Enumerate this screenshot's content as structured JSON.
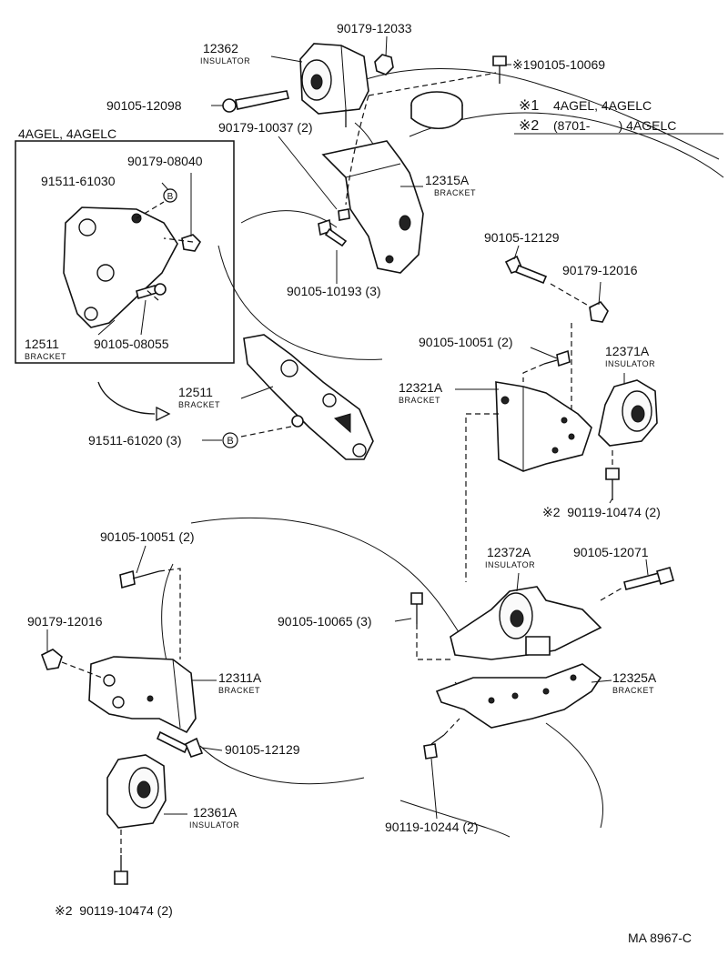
{
  "diagram_id": "MA 8967-C",
  "notes": {
    "n1_mark": "※1",
    "n1_text": "4AGEL, 4AGELC",
    "n2_mark": "※2",
    "n2_text": "(8701-        ) 4AGELC"
  },
  "inset": {
    "title": "4AGEL, 4AGELC",
    "parts": [
      {
        "num": "90179-08040",
        "sub": ""
      },
      {
        "num": "91511-61030",
        "sub": ""
      },
      {
        "num": "12511",
        "sub": "BRACKET"
      },
      {
        "num": "90105-08055",
        "sub": ""
      }
    ]
  },
  "badge_letter": "B",
  "parts": [
    {
      "num": "12362",
      "sub": "INSULATOR"
    },
    {
      "num": "90179-12033",
      "sub": ""
    },
    {
      "num": "※190105-10069",
      "sub": ""
    },
    {
      "num": "90105-12098",
      "sub": ""
    },
    {
      "num": "90179-10037 (2)",
      "sub": ""
    },
    {
      "num": "12315A",
      "sub": "BRACKET"
    },
    {
      "num": "90105-10193 (3)",
      "sub": ""
    },
    {
      "num": "90105-12129",
      "sub": ""
    },
    {
      "num": "90179-12016",
      "sub": ""
    },
    {
      "num": "90105-10051 (2)",
      "sub": ""
    },
    {
      "num": "12371A",
      "sub": "INSULATOR"
    },
    {
      "num": "12321A",
      "sub": "BRACKET"
    },
    {
      "num": "12511",
      "sub": "BRACKET"
    },
    {
      "num": "91511-61020 (3)",
      "sub": ""
    },
    {
      "num": "※2  90119-10474 (2)",
      "sub": ""
    },
    {
      "num": "90105-10051 (2)",
      "sub": ""
    },
    {
      "num": "12372A",
      "sub": "INSULATOR"
    },
    {
      "num": "90105-12071",
      "sub": ""
    },
    {
      "num": "90179-12016",
      "sub": ""
    },
    {
      "num": "90105-10065 (3)",
      "sub": ""
    },
    {
      "num": "12311A",
      "sub": "BRACKET"
    },
    {
      "num": "12325A",
      "sub": "BRACKET"
    },
    {
      "num": "90105-12129",
      "sub": ""
    },
    {
      "num": "12361A",
      "sub": "INSULATOR"
    },
    {
      "num": "90119-10244 (2)",
      "sub": ""
    },
    {
      "num": "※2  90119-10474 (2)",
      "sub": ""
    }
  ]
}
